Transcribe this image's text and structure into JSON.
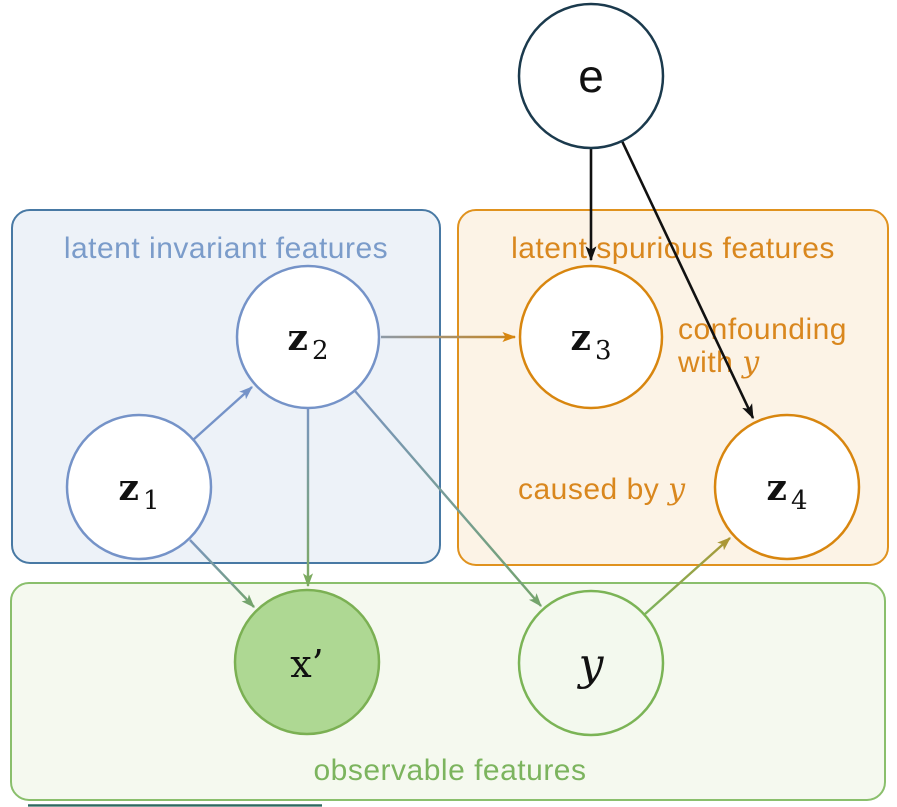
{
  "figure": {
    "type": "causal-graphical-model-diagram"
  },
  "boxes": {
    "invariant": {
      "label": "latent invariant features",
      "border_color": "#4879a4",
      "fill_color": "#edf2f8",
      "label_color": "#7b9cca"
    },
    "spurious": {
      "label": "latent spurious features",
      "border_color": "#e0921e",
      "fill_color": "#fcf3e6",
      "label_color": "#d9871e"
    },
    "observable": {
      "label": "observable features",
      "border_color": "#8abf6c",
      "fill_color": "#f5f9ef",
      "label_color": "#7cb45e"
    }
  },
  "annotations": {
    "confounding": {
      "line1": "confounding",
      "line2_prefix": "with ",
      "line2_symbol": "y",
      "color": "#d9871e"
    },
    "caused": {
      "prefix": "caused by ",
      "symbol": "y",
      "color": "#d9871e"
    }
  },
  "nodes": {
    "e": {
      "label": "e",
      "border_color": "#1b3a4d",
      "fill_color": "#ffffff"
    },
    "z1": {
      "base": "z",
      "sub": "1",
      "border_color": "#7593c8",
      "fill_color": "#ffffff"
    },
    "z2": {
      "base": "z",
      "sub": "2",
      "border_color": "#7593c8",
      "fill_color": "#ffffff"
    },
    "z3": {
      "base": "z",
      "sub": "3",
      "border_color": "#d8860f",
      "fill_color": "#ffffff"
    },
    "z4": {
      "base": "z",
      "sub": "4",
      "border_color": "#d8860f",
      "fill_color": "#ffffff"
    },
    "x_prime": {
      "label": "x’",
      "border_color": "#7bb053",
      "fill_color": "#aed893"
    },
    "y": {
      "label": "y",
      "border_color": "#7bb456",
      "fill_color": "#f3f9ee"
    }
  },
  "edges": [
    {
      "from": "e",
      "to": "z3",
      "style": "black-arrow"
    },
    {
      "from": "e",
      "to": "z4",
      "style": "black-arrow"
    },
    {
      "from": "z2",
      "to": "z3",
      "style": "blue-to-orange-arrow"
    },
    {
      "from": "z1",
      "to": "z2",
      "style": "blue-arrow"
    },
    {
      "from": "z1",
      "to": "x_prime",
      "style": "blue-to-green-arrow"
    },
    {
      "from": "z2",
      "to": "x_prime",
      "style": "blue-to-green-arrow"
    },
    {
      "from": "z2",
      "to": "y",
      "style": "blue-to-green-arrow"
    },
    {
      "from": "y",
      "to": "z4",
      "style": "green-to-olive-arrow"
    }
  ]
}
